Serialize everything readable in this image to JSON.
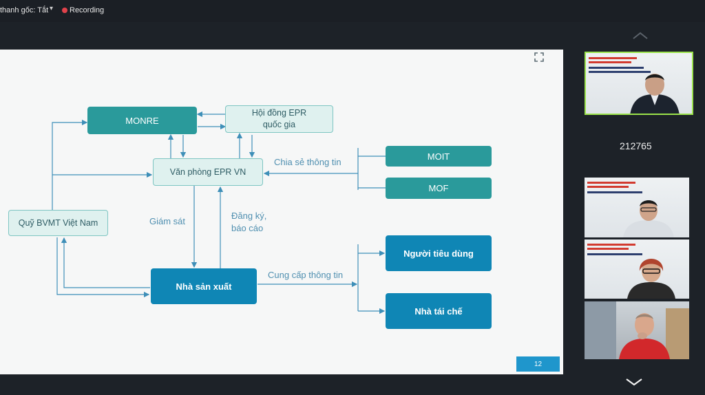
{
  "top_bar": {
    "audio_label": "thanh gốc: Tắt",
    "recording_label": "Recording"
  },
  "slide": {
    "page_number": "12",
    "nodes": {
      "monre": "MONRE",
      "hoi_dong_line1": "Hội đồng EPR",
      "hoi_dong_line2": "quốc gia",
      "van_phong": "Văn phòng EPR VN",
      "moit": "MOIT",
      "mof": "MOF",
      "quy": "Quỹ BVMT Việt Nam",
      "nha_san_xuat": "Nhà sản xuất",
      "nguoi_tieu_dung": "Người tiêu dùng",
      "nha_tai_che": "Nhà tái chế"
    },
    "labels": {
      "chia_se": "Chia sẻ thông tin",
      "giam_sat": "Giám sát",
      "dang_ky_line1": "Đăng ký,",
      "dang_ky_line2": "báo cáo",
      "cung_cap": "Cung cấp thông tin"
    }
  },
  "side_panel": {
    "participant_count": "212765",
    "tiles": [
      "participant-tile-1",
      "participant-tile-2",
      "participant-tile-3",
      "participant-tile-4"
    ]
  },
  "colors": {
    "teal": "#2a9a9b",
    "blue": "#0f86b5",
    "light": "#dff1ef",
    "arrow": "#3e8fb8",
    "active_speaker_border": "#9be34a"
  }
}
